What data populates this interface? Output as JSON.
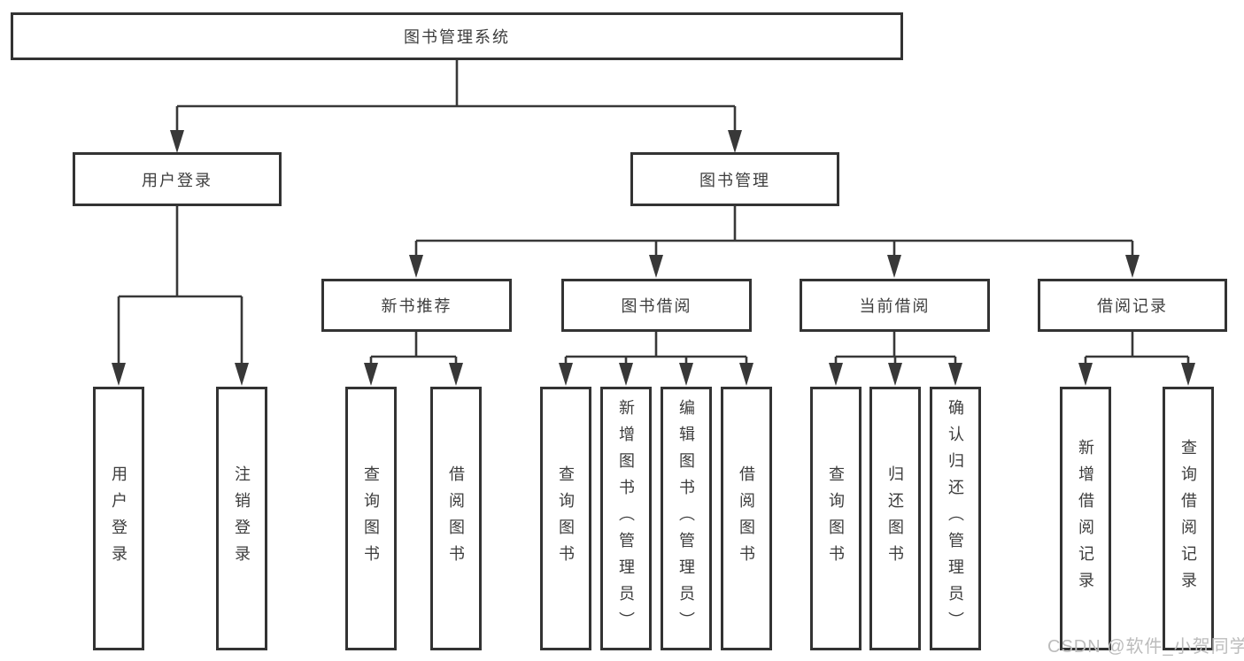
{
  "diagram": {
    "root": {
      "label": "图书管理系统"
    },
    "level2": [
      {
        "label": "用户登录"
      },
      {
        "label": "图书管理"
      }
    ],
    "level3": [
      {
        "label": "新书推荐",
        "parent": "图书管理"
      },
      {
        "label": "图书借阅",
        "parent": "图书管理"
      },
      {
        "label": "当前借阅",
        "parent": "图书管理"
      },
      {
        "label": "借阅记录",
        "parent": "图书管理"
      }
    ],
    "leaves": [
      {
        "label": "用户登录",
        "parent": "用户登录"
      },
      {
        "label": "注销登录",
        "parent": "用户登录"
      },
      {
        "label": "查询图书",
        "parent": "新书推荐"
      },
      {
        "label": "借阅图书",
        "parent": "新书推荐"
      },
      {
        "label": "查询图书",
        "parent": "图书借阅"
      },
      {
        "label": "新增图书（管理员）",
        "parent": "图书借阅"
      },
      {
        "label": "编辑图书（管理员）",
        "parent": "图书借阅"
      },
      {
        "label": "借阅图书",
        "parent": "图书借阅"
      },
      {
        "label": "查询图书",
        "parent": "当前借阅"
      },
      {
        "label": "归还图书",
        "parent": "当前借阅"
      },
      {
        "label": "确认归还（管理员）",
        "parent": "当前借阅"
      },
      {
        "label": "新增借阅记录",
        "parent": "借阅记录"
      },
      {
        "label": "查询借阅记录",
        "parent": "借阅记录"
      }
    ]
  },
  "watermark": {
    "text": "CSDN @软件_小贺同学"
  },
  "colors": {
    "line": "#383838",
    "box_border": "#333333",
    "box_fill": "#ffffff",
    "text": "#3d3d3d",
    "watermark": "#bcbcbc"
  }
}
